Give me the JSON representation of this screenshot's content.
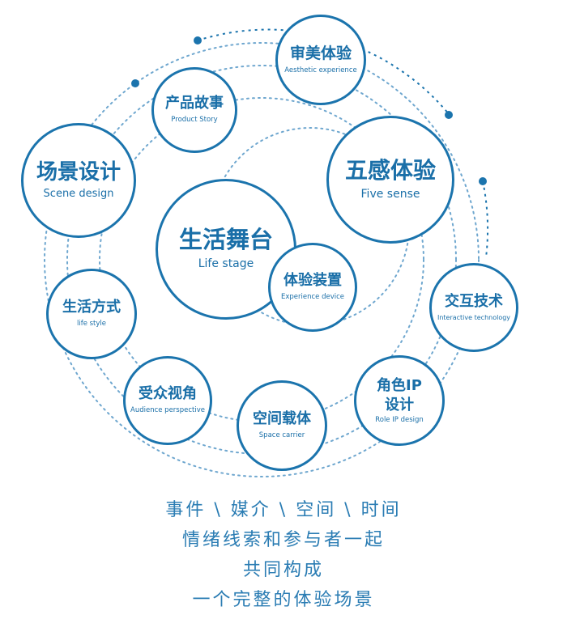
{
  "accent": "#1b74ad",
  "nodes": {
    "aesthetic": {
      "zh": "审美体验",
      "en": "Aesthetic experience"
    },
    "product": {
      "zh": "产品故事",
      "en": "Product Story"
    },
    "scene": {
      "zh": "场景设计",
      "en": "Scene design"
    },
    "five": {
      "zh": "五感体验",
      "en": "Five sense"
    },
    "life_stage": {
      "zh": "生活舞台",
      "en": "Life stage"
    },
    "device": {
      "zh": "体验装置",
      "en": "Experience device"
    },
    "lifestyle": {
      "zh": "生活方式",
      "en": "life style"
    },
    "interactive": {
      "zh": "交互技术",
      "en": "Interactive technology"
    },
    "role": {
      "zh": "角色IP\n设计",
      "en": "Role IP design"
    },
    "audience": {
      "zh": "受众视角",
      "en": "Audience perspective"
    },
    "space": {
      "zh": "空间载体",
      "en": "Space carrier"
    }
  },
  "caption": [
    "事件 \\ 媒介 \\ 空间 \\ 时间",
    "情绪线索和参与者一起",
    "共同构成",
    "一个完整的体验场景"
  ]
}
